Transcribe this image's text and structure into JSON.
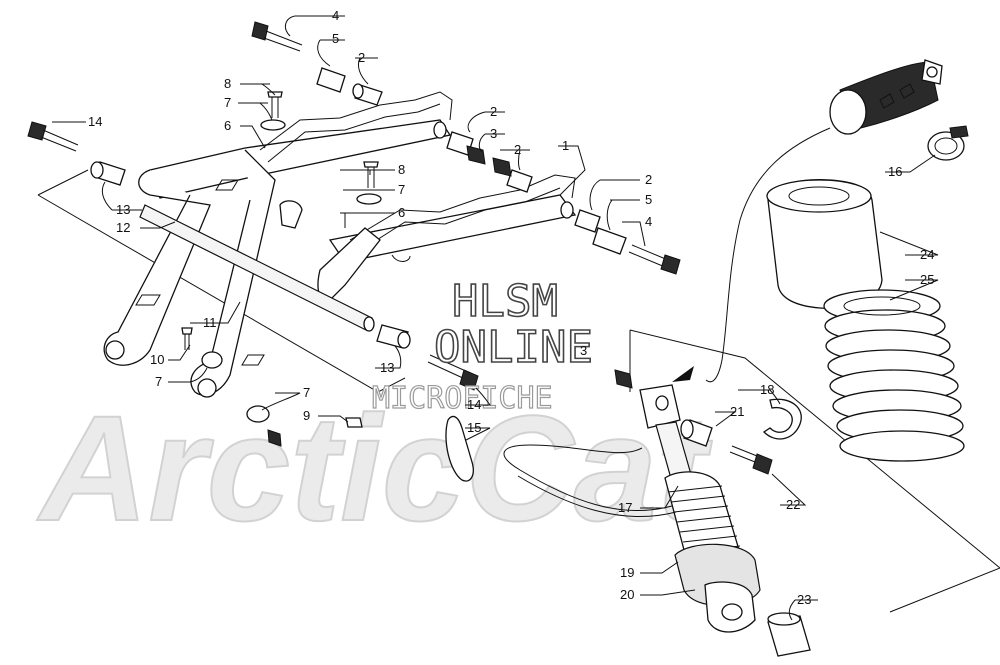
{
  "watermark": {
    "logo": "ArcticCat",
    "title_line1": "HLSM",
    "title_line2": "ONLINE",
    "subtitle": "MICROFICHE"
  },
  "callouts": [
    {
      "id": "c4a",
      "label": "4"
    },
    {
      "id": "c5a",
      "label": "5"
    },
    {
      "id": "c2a",
      "label": "2"
    },
    {
      "id": "c8a",
      "label": "8"
    },
    {
      "id": "c7a",
      "label": "7"
    },
    {
      "id": "c6a",
      "label": "6"
    },
    {
      "id": "c14a",
      "label": "14"
    },
    {
      "id": "c2b",
      "label": "2"
    },
    {
      "id": "c3a",
      "label": "3"
    },
    {
      "id": "c2c",
      "label": "2"
    },
    {
      "id": "c1",
      "label": "1"
    },
    {
      "id": "c8b",
      "label": "8"
    },
    {
      "id": "c7b",
      "label": "7"
    },
    {
      "id": "c6b",
      "label": "6"
    },
    {
      "id": "c2d",
      "label": "2"
    },
    {
      "id": "c5b",
      "label": "5"
    },
    {
      "id": "c4b",
      "label": "4"
    },
    {
      "id": "c13a",
      "label": "13"
    },
    {
      "id": "c12",
      "label": "12"
    },
    {
      "id": "c11",
      "label": "11"
    },
    {
      "id": "c10",
      "label": "10"
    },
    {
      "id": "c7c",
      "label": "7"
    },
    {
      "id": "c13b",
      "label": "13"
    },
    {
      "id": "c3b",
      "label": "3"
    },
    {
      "id": "c7d",
      "label": "7"
    },
    {
      "id": "c9",
      "label": "9"
    },
    {
      "id": "c14b",
      "label": "14"
    },
    {
      "id": "c15",
      "label": "15"
    },
    {
      "id": "c18",
      "label": "18"
    },
    {
      "id": "c21",
      "label": "21"
    },
    {
      "id": "c22",
      "label": "22"
    },
    {
      "id": "c17",
      "label": "17"
    },
    {
      "id": "c19",
      "label": "19"
    },
    {
      "id": "c20",
      "label": "20"
    },
    {
      "id": "c23",
      "label": "23"
    },
    {
      "id": "c16",
      "label": "16"
    },
    {
      "id": "c24",
      "label": "24"
    },
    {
      "id": "c25",
      "label": "25"
    }
  ]
}
